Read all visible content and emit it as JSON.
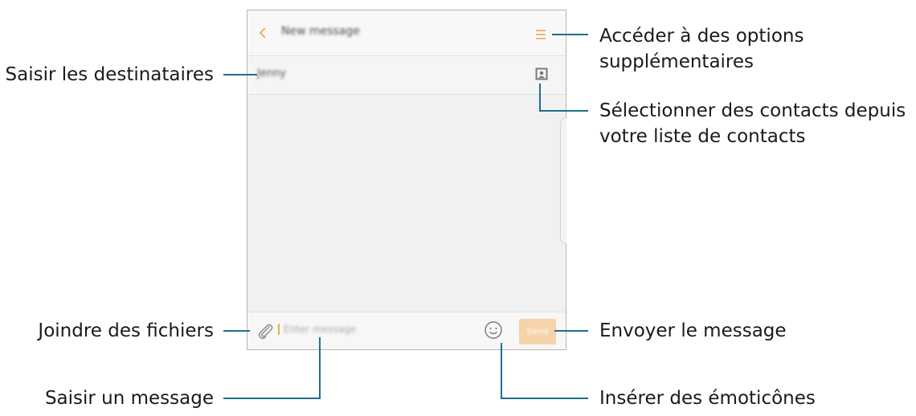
{
  "screen": {
    "title": "New message",
    "recipient": "Jenny",
    "placeholder": "Enter message",
    "send_label": "Send"
  },
  "callouts": {
    "options_line1": "Accéder à des options",
    "options_line2": "supplémentaires",
    "recipients": "Saisir les destinataires",
    "contacts_line1": "Sélectionner des contacts depuis",
    "contacts_line2": "votre liste de contacts",
    "attach": "Joindre des fichiers",
    "send": "Envoyer le message",
    "message": "Saisir un message",
    "emoticons": "Insérer des émoticônes"
  },
  "colors": {
    "leader": "#1f6e8c",
    "accent": "#f0a94a",
    "send_bg": "#f6d3a8",
    "frame": "#b5b5b5"
  },
  "icons": [
    "back-icon",
    "menu-icon",
    "contact-icon",
    "attach-icon",
    "emoji-icon"
  ]
}
